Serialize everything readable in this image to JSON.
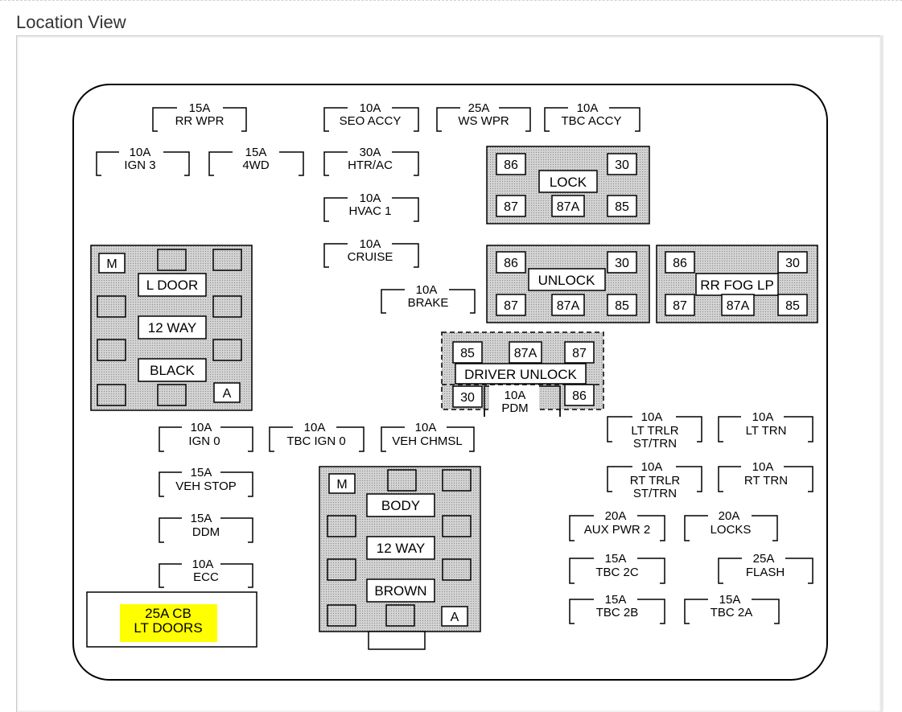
{
  "header": {
    "title": "Location View"
  },
  "fuses": [
    {
      "amp": "15A",
      "name": "RR WPR"
    },
    {
      "amp": "10A",
      "name": "SEO ACCY"
    },
    {
      "amp": "25A",
      "name": "WS WPR"
    },
    {
      "amp": "10A",
      "name": "TBC ACCY"
    },
    {
      "amp": "10A",
      "name": "IGN 3"
    },
    {
      "amp": "15A",
      "name": "4WD"
    },
    {
      "amp": "30A",
      "name": "HTR/AC"
    },
    {
      "amp": "10A",
      "name": "HVAC 1"
    },
    {
      "amp": "10A",
      "name": "CRUISE"
    },
    {
      "amp": "10A",
      "name": "BRAKE"
    },
    {
      "amp": "10A",
      "name": "IGN 0"
    },
    {
      "amp": "10A",
      "name": "TBC IGN 0"
    },
    {
      "amp": "10A",
      "name": "VEH CHMSL"
    },
    {
      "amp": "15A",
      "name": "VEH STOP"
    },
    {
      "amp": "15A",
      "name": "DDM"
    },
    {
      "amp": "10A",
      "name": "ECC"
    },
    {
      "amp": "10A",
      "name": "LT TRLR",
      "name2": "ST/TRN"
    },
    {
      "amp": "10A",
      "name": "LT TRN"
    },
    {
      "amp": "10A",
      "name": "RT TRLR",
      "name2": "ST/TRN"
    },
    {
      "amp": "10A",
      "name": "RT TRN"
    },
    {
      "amp": "20A",
      "name": "AUX PWR 2"
    },
    {
      "amp": "20A",
      "name": "LOCKS"
    },
    {
      "amp": "15A",
      "name": "TBC 2C"
    },
    {
      "amp": "25A",
      "name": "FLASH"
    },
    {
      "amp": "15A",
      "name": "TBC 2B"
    },
    {
      "amp": "15A",
      "name": "TBC 2A"
    }
  ],
  "relays": [
    {
      "label": "LOCK",
      "pins": [
        "86",
        "30",
        "87",
        "87A",
        "85"
      ]
    },
    {
      "label": "UNLOCK",
      "pins": [
        "86",
        "30",
        "87",
        "87A",
        "85"
      ]
    },
    {
      "label": "RR FOG LP",
      "pins": [
        "86",
        "30",
        "87",
        "87A",
        "85"
      ]
    }
  ],
  "driver_unlock": {
    "label": "DRIVER UNLOCK",
    "pins": [
      "85",
      "87A",
      "87",
      "30",
      "86"
    ],
    "pdm_amp": "10A",
    "pdm_name": "PDM"
  },
  "connectors": [
    {
      "m": "M",
      "a": "A",
      "labels": [
        "L DOOR",
        "12 WAY",
        "BLACK"
      ]
    },
    {
      "m": "M",
      "a": "A",
      "labels": [
        "BODY",
        "12 WAY",
        "BROWN"
      ]
    }
  ],
  "circuit_breaker": {
    "line1": "25A CB",
    "line2": "LT DOORS",
    "highlight": "#ffff00"
  },
  "colors": {
    "relay_fill": "#c4c4c4",
    "outline": "#000000"
  }
}
